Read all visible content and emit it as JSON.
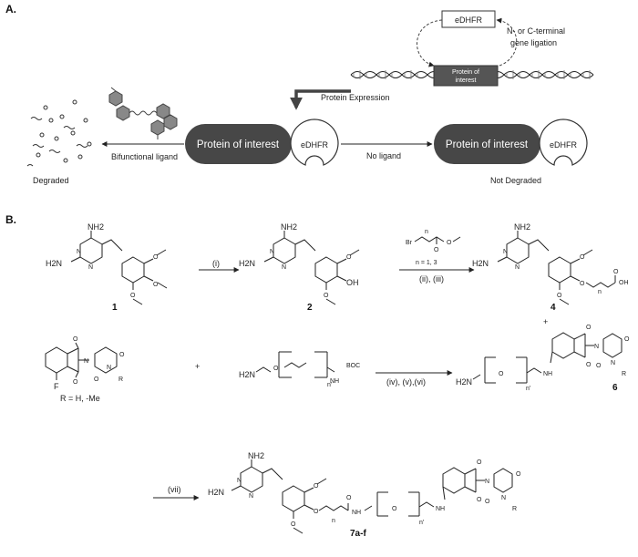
{
  "panel_a": {
    "label": "A.",
    "edhfr_box": "eDHFR",
    "ligation_note": [
      "N- or C-terminal",
      "gene ligation"
    ],
    "dna_box": [
      "Protein of",
      "interest"
    ],
    "protein_expression": "Protein Expression",
    "pill_left": "Protein of interest",
    "circle_left": "eDHFR",
    "bifunctional_ligand": "Bifunctional ligand",
    "degraded": "Degraded",
    "no_ligand": "No ligand",
    "pill_right": "Protein of interest",
    "circle_right": "eDHFR",
    "not_degraded": "Not Degraded"
  },
  "panel_b": {
    "label": "B.",
    "compound_1": "1",
    "compound_2": "2",
    "compound_4": "4",
    "compound_6": "6",
    "compound_7": "7a-f",
    "step_i": "(i)",
    "step_ii_iii": "(ii), (iii)",
    "step_iv_vi": "(iv), (v),(vi)",
    "step_vii": "(vii)",
    "n_values": "n = 1, 3",
    "plus": "+",
    "r_def": "R = H, -Me",
    "atoms": {
      "nh2": "NH2",
      "h2n": "H2N",
      "n": "N",
      "o": "O",
      "oh": "OH",
      "f": "F",
      "r": "R",
      "br": "Br",
      "nh": "NH",
      "boc": "BOC",
      "n_sub": "n",
      "n_prime": "n'"
    }
  },
  "colors": {
    "pill": "#474747",
    "dna_box": "#555555",
    "text": "#222222"
  }
}
